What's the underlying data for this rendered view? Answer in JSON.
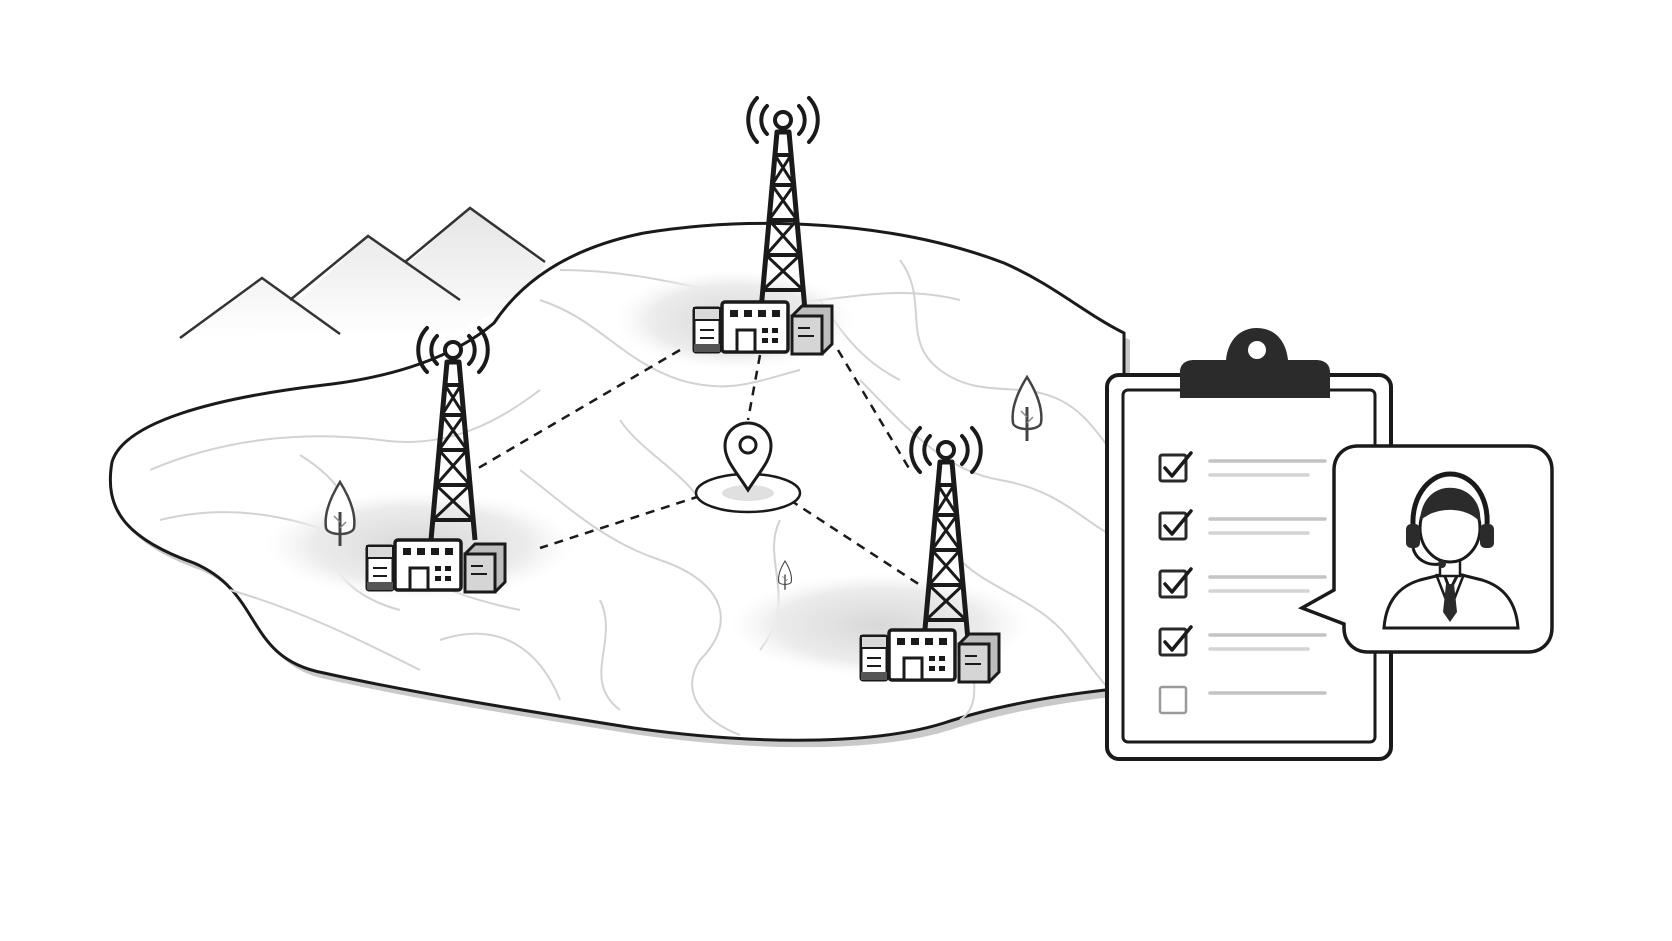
{
  "illustration": {
    "towers": [
      {
        "id": "north",
        "icon": "cell-tower-icon",
        "site_icon": "facility-building-icon"
      },
      {
        "id": "west",
        "icon": "cell-tower-icon",
        "site_icon": "facility-building-icon"
      },
      {
        "id": "east",
        "icon": "cell-tower-icon",
        "site_icon": "facility-building-icon"
      }
    ],
    "location_marker": {
      "icon": "map-pin-icon"
    },
    "checklist": {
      "icon": "clipboard-icon",
      "items": [
        {
          "checked": true
        },
        {
          "checked": true
        },
        {
          "checked": true
        },
        {
          "checked": true
        },
        {
          "checked": false
        }
      ]
    },
    "support_agent": {
      "icon": "headset-agent-icon"
    },
    "colors": {
      "stroke": "#1a1a1a",
      "terrain_line": "#cfcfcf",
      "shadow": "#e4e4e4",
      "clip": "#2b2b2b",
      "background": "#ffffff"
    }
  }
}
